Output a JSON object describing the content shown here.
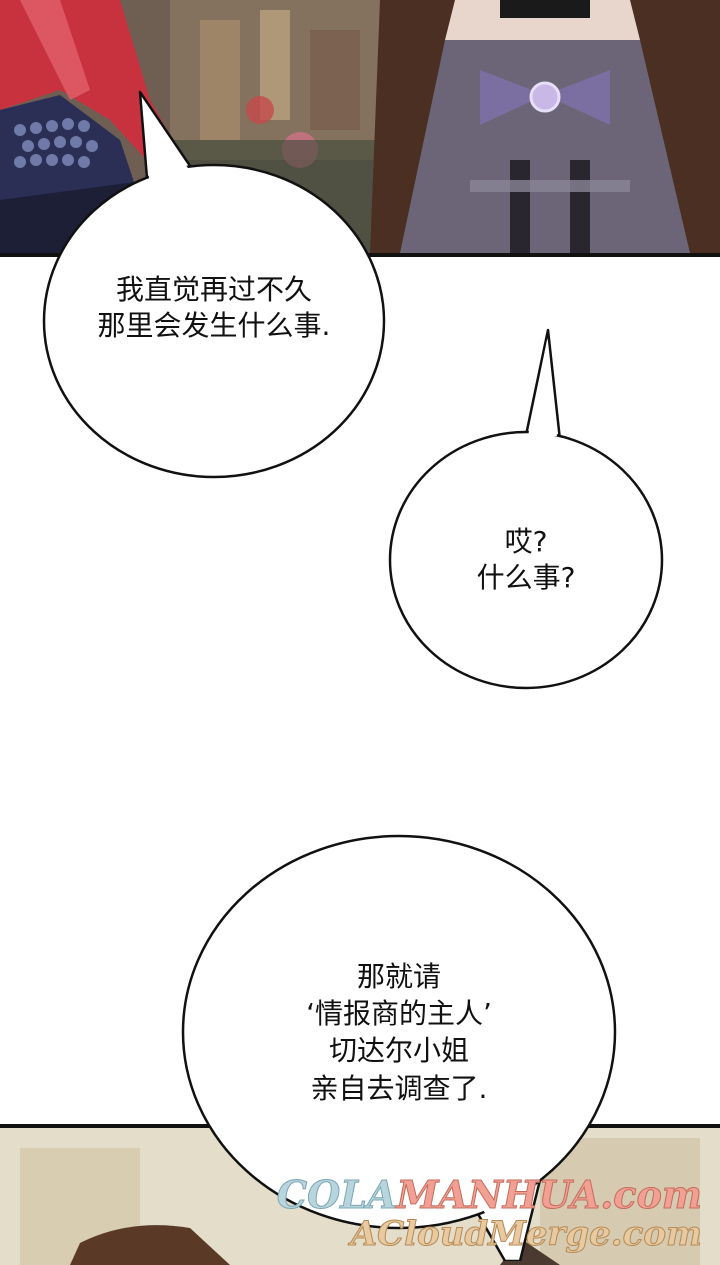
{
  "bubbles": {
    "b1": {
      "line1": "我直觉再过不久",
      "line2": "那里会发生什么事."
    },
    "b2": {
      "line1": "哎?",
      "line2": "什么事?"
    },
    "b3": {
      "line1": "那就请",
      "line2": "‘情报商的主人’",
      "line3": "切达尔小姐",
      "line4": "亲自去调查了."
    }
  },
  "watermark": {
    "part1": "COLA",
    "part2": "MANHUA",
    "part3": ".com",
    "line2": "ACloudMerge.com"
  },
  "colors": {
    "hair_red": "#c8323f",
    "hair_brown": "#4a2f22",
    "dress_purple": "#6b6577",
    "bow_purple": "#7a6fa0"
  }
}
